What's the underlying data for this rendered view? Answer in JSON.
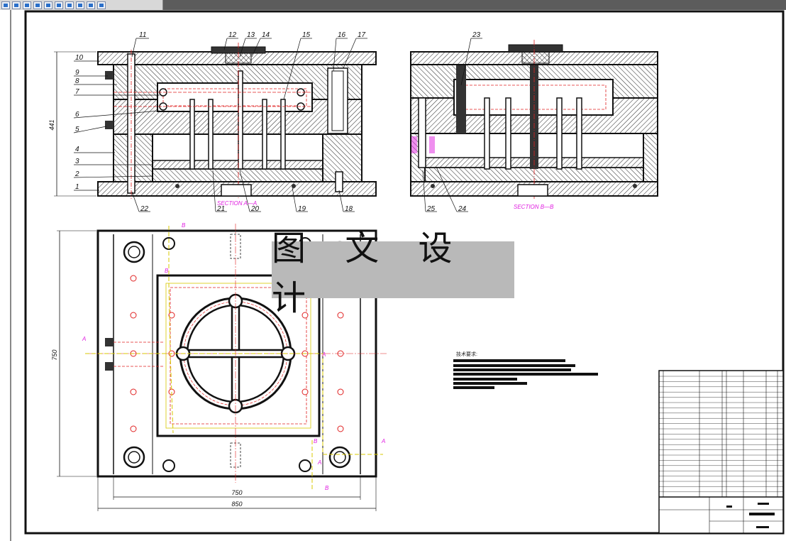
{
  "toolbar": {
    "icons": [
      "layer-icon",
      "save-icon",
      "pen-icon",
      "layer-icon",
      "layer-icon",
      "grid-icon",
      "gear-icon",
      "target-icon",
      "layer-icon",
      "chart-icon"
    ]
  },
  "section_a": {
    "left_labels": [
      "10",
      "9",
      "8",
      "7",
      "6",
      "5",
      "4",
      "3",
      "2",
      "1"
    ],
    "top_labels": [
      "11",
      "12",
      "13",
      "14",
      "15",
      "16",
      "17"
    ],
    "bottom_labels": [
      "22",
      "21",
      "20",
      "19",
      "18"
    ],
    "dimension_441": "441",
    "caption": "SECTION A—A"
  },
  "section_b": {
    "top_labels": [
      "23"
    ],
    "bottom_labels": [
      "25",
      "24"
    ],
    "caption": "SECTION B—B"
  },
  "plan_view": {
    "dimension_750": "750",
    "dimension_850": "850",
    "dimension_750_vertical": "750",
    "section_markers": [
      "B",
      "B",
      "A",
      "A",
      "B",
      "B",
      "A",
      "A"
    ]
  },
  "watermark": "图 文 设 计",
  "notes": {
    "title": "技术要求:"
  },
  "colors": {
    "line": "#111111",
    "hatch": "#333333",
    "center": "#e02020",
    "section": "#e020e0",
    "yellow": "#d8c800"
  }
}
